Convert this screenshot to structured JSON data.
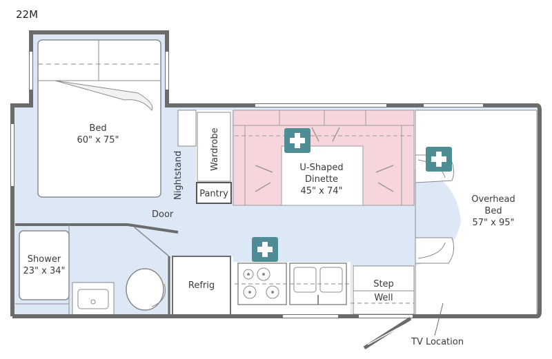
{
  "model_name": "22M",
  "labels": {
    "bed": [
      "Bed",
      "60\" x 75\""
    ],
    "wardrobe": "Wardrobe",
    "nightstand": "Nightstand",
    "pantry": "Pantry",
    "dinette": [
      "U-Shaped",
      "Dinette",
      "45\" x 74\""
    ],
    "overhead_bed": [
      "Overhead",
      "Bed",
      "57\" x 95\""
    ],
    "door": "Door",
    "shower": [
      "Shower",
      "23\" x 34\""
    ],
    "refrig": "Refrig",
    "step_well": [
      "Step",
      "Well"
    ],
    "tv_location": "TV Location"
  },
  "colors": {
    "wall": "#6b6b6b",
    "floor": "#dce8f5",
    "dinette": "#f6d6dc",
    "option_badge": "#4e8d93",
    "fixture_line": "#8a8a8a"
  },
  "icons": [
    "option-plus-icon",
    "option-plus-icon",
    "option-plus-icon"
  ]
}
